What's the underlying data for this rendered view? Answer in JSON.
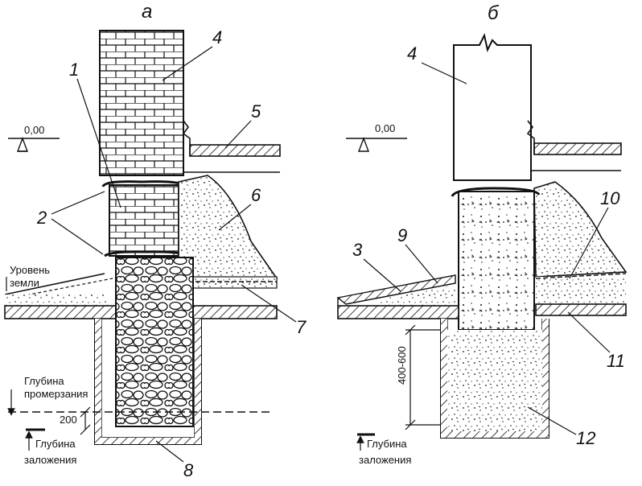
{
  "left": {
    "title": "а",
    "level": "0,00",
    "ground_label_line1": "Уровень",
    "ground_label_line2": "земли",
    "frost_label_line1": "Глубина",
    "frost_label_line2": "промерзания",
    "depth_label_line1": "Глубина",
    "depth_label_line2": "заложения",
    "dim_200": "200",
    "callouts": [
      "1",
      "2",
      "4",
      "5",
      "6",
      "7",
      "8"
    ]
  },
  "right": {
    "title": "б",
    "level": "0,00",
    "dim_range": "400-600",
    "depth_label_line1": "Глубина",
    "depth_label_line2": "заложения",
    "callouts": [
      "3",
      "4",
      "9",
      "10",
      "11",
      "12"
    ]
  },
  "colors": {
    "ink": "#111111",
    "paper": "#ffffff"
  }
}
